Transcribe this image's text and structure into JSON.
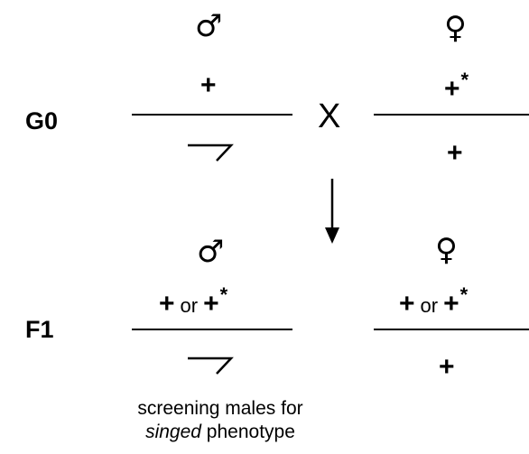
{
  "g0": {
    "label": "G0",
    "male_symbol": "♂",
    "female_symbol": "♀",
    "male_top": "+",
    "female_top": "+",
    "female_top_mark": "*",
    "female_bottom": "+",
    "cross": "X"
  },
  "f1": {
    "label": "F1",
    "male_symbol": "♂",
    "female_symbol": "♀",
    "plus": "+",
    "or": "or",
    "mark": "*",
    "female_bottom": "+"
  },
  "note": {
    "line1": "screening males for",
    "italic": "singed",
    "rest": " phenotype"
  }
}
